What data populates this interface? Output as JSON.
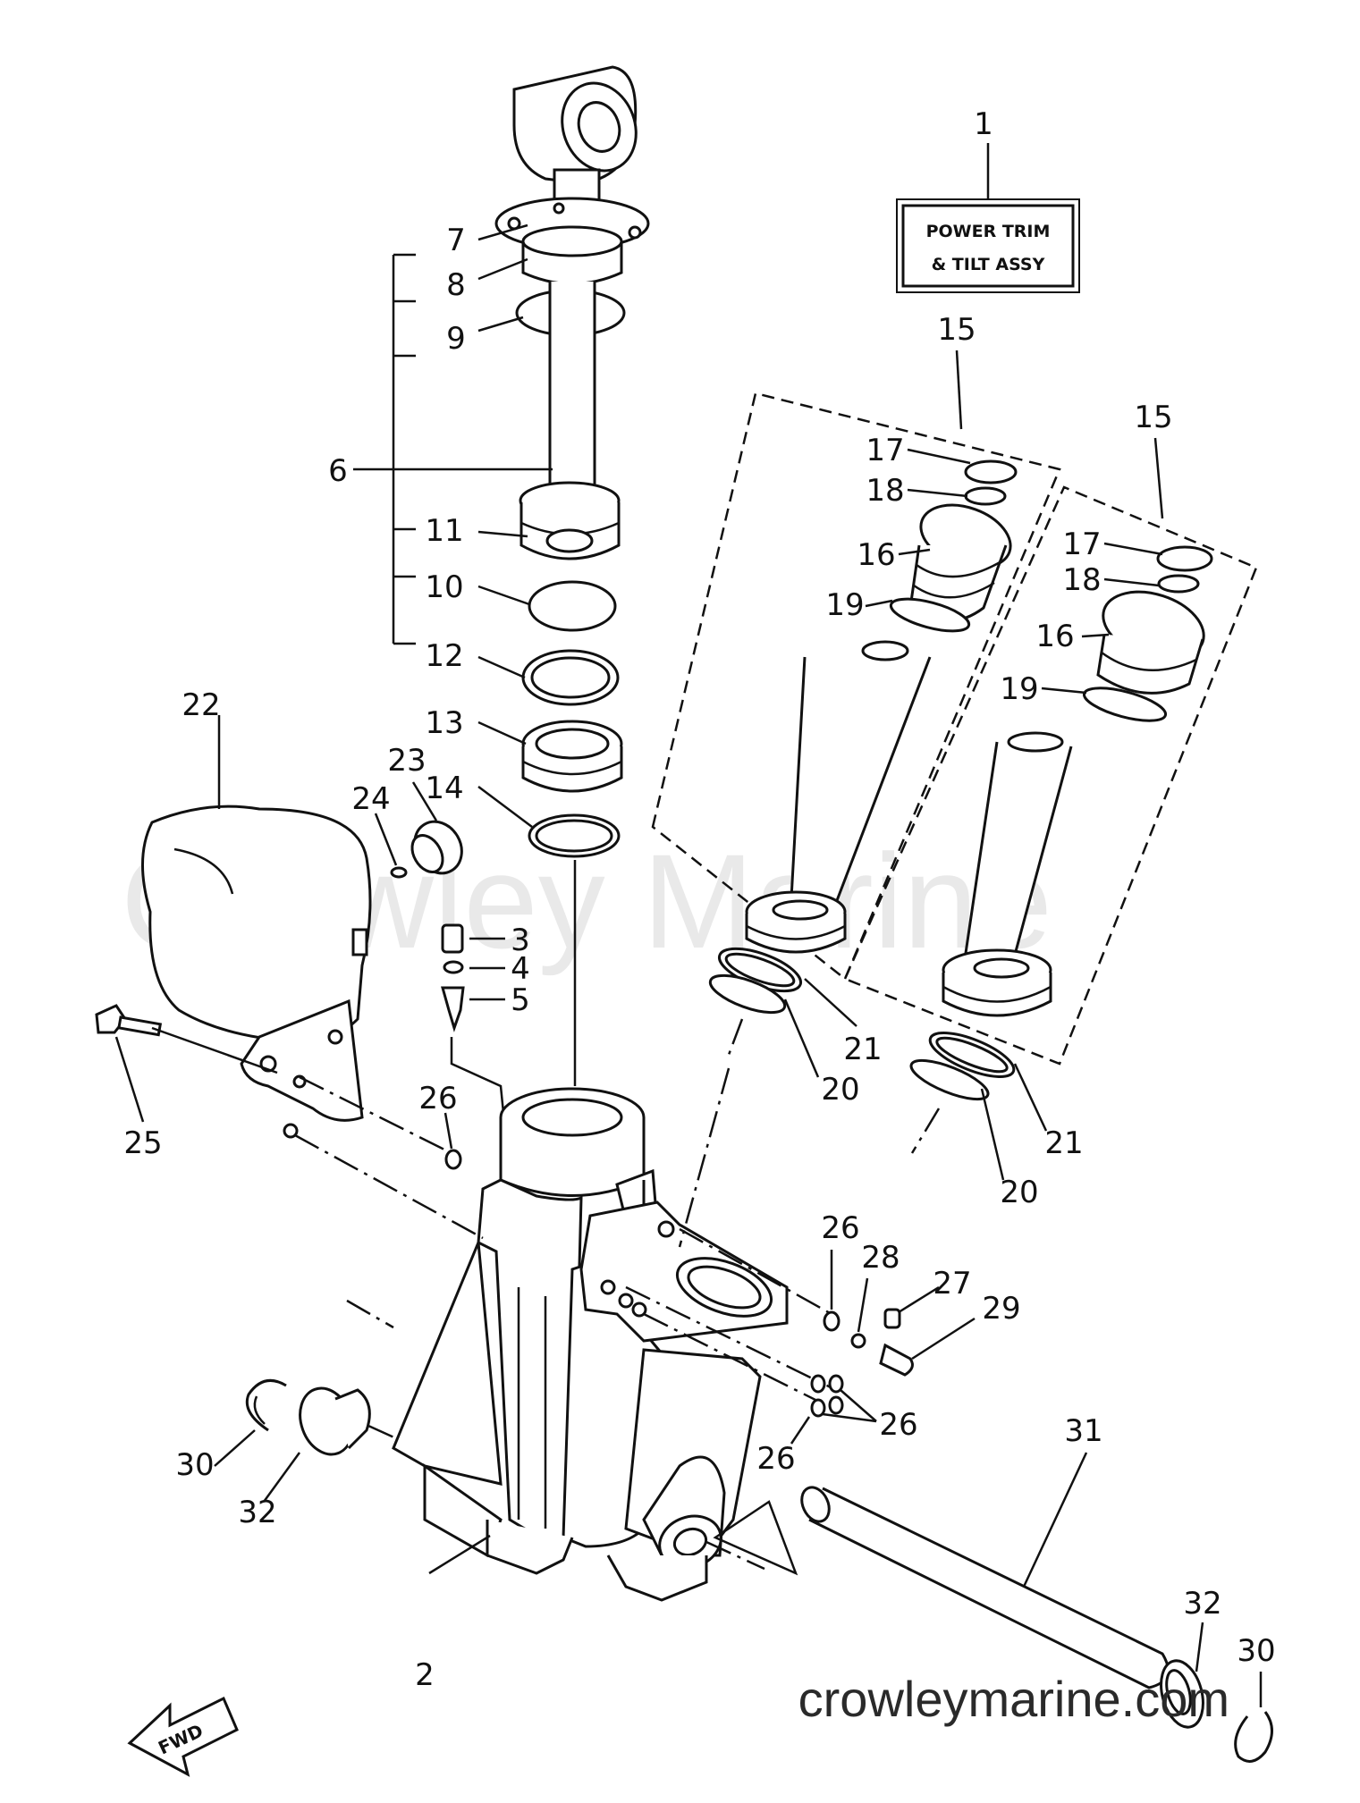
{
  "watermark": {
    "center": "Crowley Marine",
    "footer": "crowleymarine.com"
  },
  "label_box": {
    "line1": "POWER TRIM",
    "line2": "& TILT ASSY"
  },
  "fwd_badge": "FWD",
  "callouts": [
    "1",
    "2",
    "3",
    "4",
    "5",
    "6",
    "7",
    "8",
    "9",
    "10",
    "11",
    "12",
    "13",
    "14",
    "15",
    "15",
    "16",
    "16",
    "17",
    "17",
    "18",
    "18",
    "19",
    "19",
    "20",
    "20",
    "21",
    "21",
    "22",
    "23",
    "24",
    "25",
    "26",
    "26",
    "26",
    "26",
    "27",
    "28",
    "29",
    "30",
    "30",
    "31",
    "32",
    "32"
  ]
}
